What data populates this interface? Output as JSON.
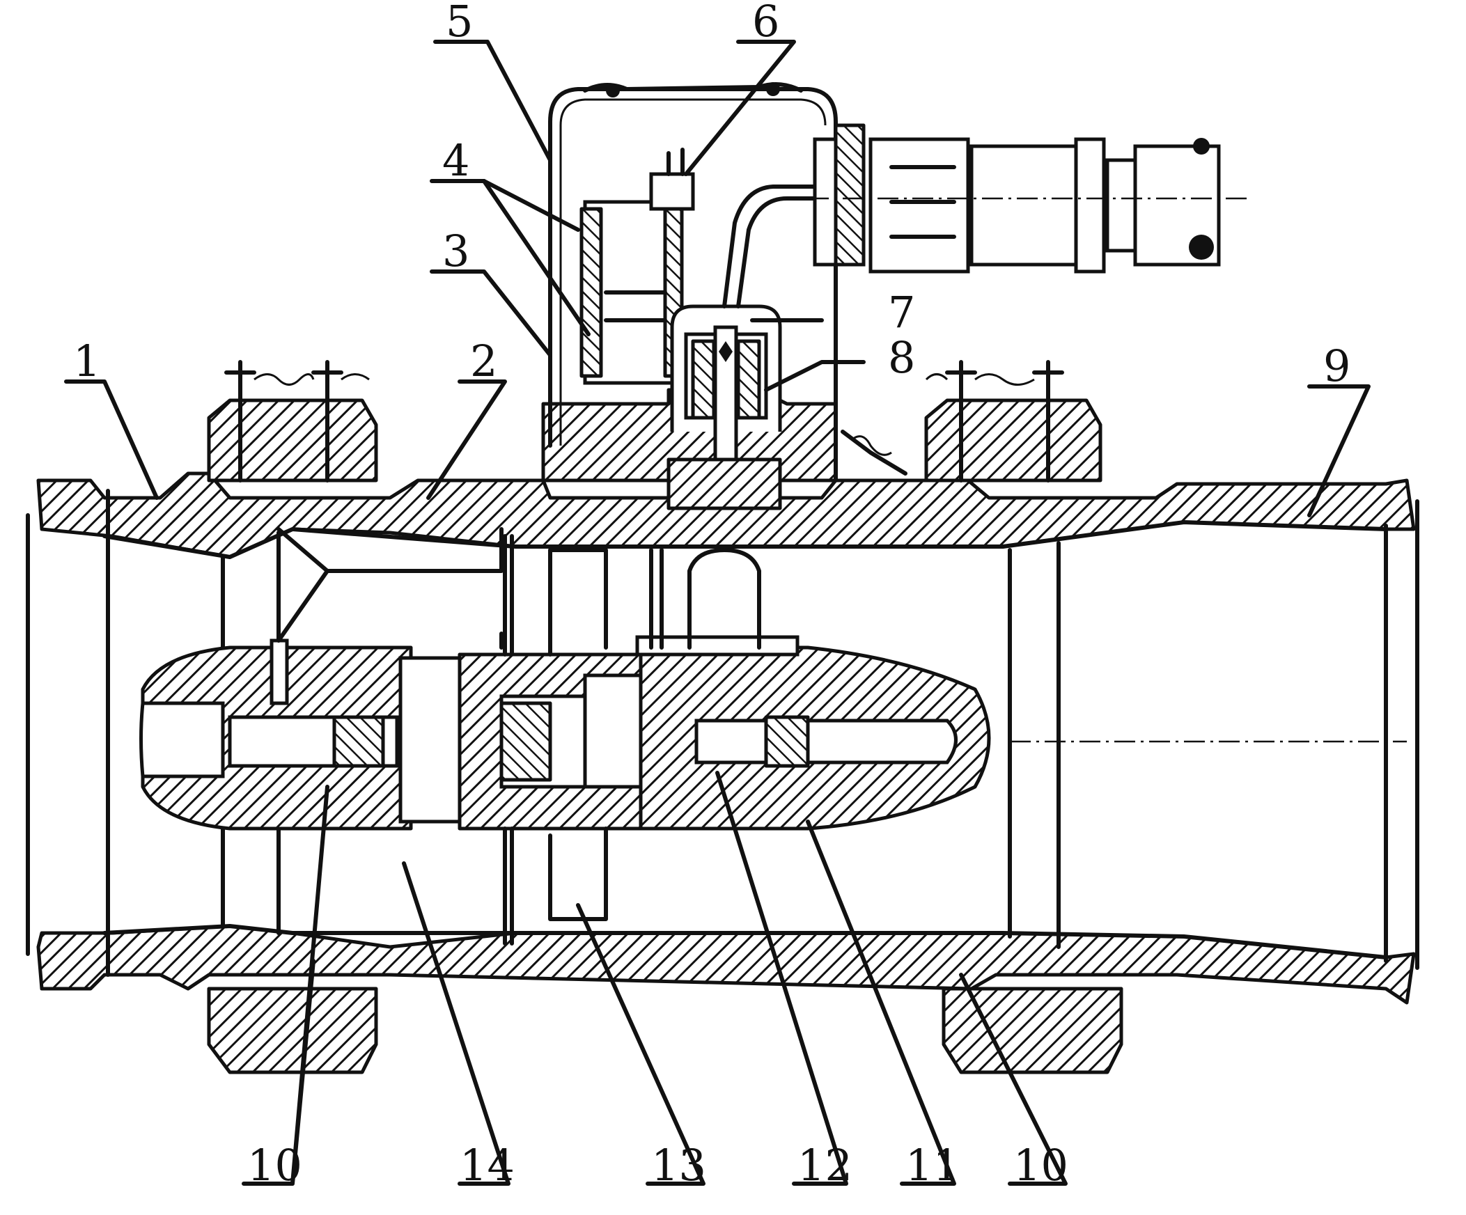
{
  "figure": {
    "callouts": [
      {
        "id": "c1",
        "text": "1"
      },
      {
        "id": "c2",
        "text": "2"
      },
      {
        "id": "c3",
        "text": "3"
      },
      {
        "id": "c4",
        "text": "4"
      },
      {
        "id": "c5",
        "text": "5"
      },
      {
        "id": "c6",
        "text": "6"
      },
      {
        "id": "c7",
        "text": "7"
      },
      {
        "id": "c8",
        "text": "8"
      },
      {
        "id": "c9",
        "text": "9"
      },
      {
        "id": "c10a",
        "text": "10"
      },
      {
        "id": "c14",
        "text": "14"
      },
      {
        "id": "c13",
        "text": "13"
      },
      {
        "id": "c12",
        "text": "12"
      },
      {
        "id": "c11",
        "text": "11"
      },
      {
        "id": "c10b",
        "text": "10"
      }
    ]
  }
}
